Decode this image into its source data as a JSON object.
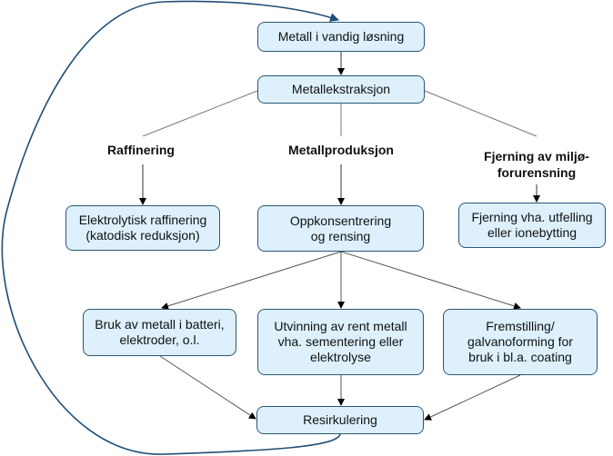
{
  "diagram": {
    "type": "flowchart",
    "language": "Norwegian",
    "nodes": {
      "vandig": "Metall i vandig løsning",
      "ekstraksjon": "Metallekstraksjon",
      "elektrolytisk": "Elektrolytisk raffinering\n(katodisk reduksjon)",
      "oppkonsentrering": "Oppkonsentrering\nog rensing",
      "fjerning": "Fjerning vha. utfelling\neller ionebytting",
      "bruk": "Bruk av metall i batteri,\nelektroder, o.l.",
      "utvinning": "Utvinning av rent metall\nvha. sementering eller\nelektrolyse",
      "fremstilling": "Fremstilling/\ngalvanoforming for\nbruk i bl.a. coating",
      "resirkulering": "Resirkulering"
    },
    "branch_labels": {
      "raffinering": "Raffinering",
      "metallproduksjon": "Metallproduksjon",
      "fjerning_forurensning": "Fjerning av miljø-\nforurensning"
    },
    "edges": [
      {
        "from": "vandig",
        "to": "ekstraksjon",
        "arrow": true
      },
      {
        "from": "ekstraksjon",
        "to": "raffinering",
        "arrow": false
      },
      {
        "from": "ekstraksjon",
        "to": "metallproduksjon",
        "arrow": false
      },
      {
        "from": "ekstraksjon",
        "to": "fjerning_forurensning",
        "arrow": false
      },
      {
        "from": "raffinering",
        "to": "elektrolytisk",
        "arrow": true
      },
      {
        "from": "metallproduksjon",
        "to": "oppkonsentrering",
        "arrow": true
      },
      {
        "from": "fjerning_forurensning",
        "to": "fjerning",
        "arrow": true
      },
      {
        "from": "oppkonsentrering",
        "to": "bruk",
        "arrow": true
      },
      {
        "from": "oppkonsentrering",
        "to": "utvinning",
        "arrow": true
      },
      {
        "from": "oppkonsentrering",
        "to": "fremstilling",
        "arrow": true
      },
      {
        "from": "bruk",
        "to": "resirkulering",
        "arrow": true
      },
      {
        "from": "utvinning",
        "to": "resirkulering",
        "arrow": true
      },
      {
        "from": "fremstilling",
        "to": "resirkulering",
        "arrow": true
      },
      {
        "from": "resirkulering",
        "to": "vandig",
        "arrow": true,
        "style": "curved-loop"
      }
    ],
    "colors": {
      "node_fill": "#ddf0fc",
      "node_border": "#2a5776",
      "loop_line": "#1f4e79",
      "connector_line": "#555555"
    }
  }
}
